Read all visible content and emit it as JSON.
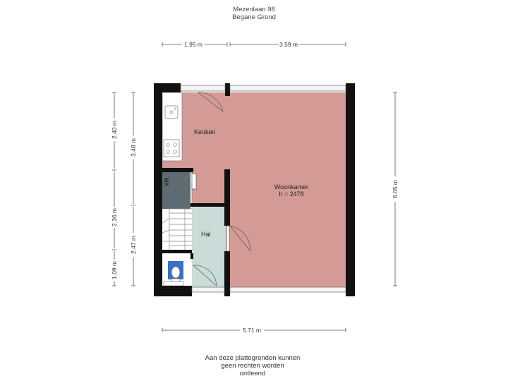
{
  "header": {
    "address": "Mezenlaan 98",
    "floor": "Begane Grond"
  },
  "dimensions": {
    "top_left": "1.95 m",
    "top_right": "3.59 m",
    "bottom": "5.71 m",
    "left_outer_top": "2.40 m",
    "left_outer_mid": "2.36 m",
    "left_outer_bottom": "1.09 m",
    "left_inner_top": "3.48 m",
    "left_inner_bottom": "2.47 m",
    "right": "6.05 m"
  },
  "rooms": {
    "keuken": "Keuken",
    "woonkamer": "Woonkamer",
    "woonkamer_height": "h = 2478",
    "hal": "Hal",
    "mk": "MK"
  },
  "colors": {
    "living": "#d49b96",
    "hall": "#c9dcd8",
    "meter_cupboard": "#5e6b73",
    "toilet": "#3a6fc4",
    "wall": "#111111"
  },
  "footer": {
    "line1": "Aan deze plattegronden kunnen",
    "line2": "geen rechten worden",
    "line3": "ontleend"
  }
}
